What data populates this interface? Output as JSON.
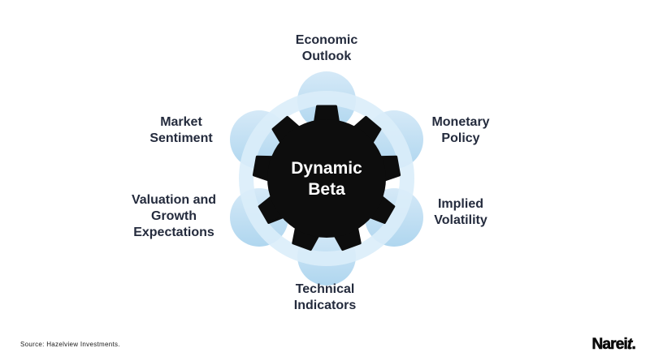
{
  "diagram": {
    "title_concept": "Dynamic Beta drivers cycle",
    "center": {
      "lines": [
        "Dynamic",
        "Beta"
      ]
    },
    "nodes": [
      {
        "id": "economic-outlook",
        "label": "Economic\nOutlook",
        "position": "top"
      },
      {
        "id": "monetary-policy",
        "label": "Monetary\nPolicy",
        "position": "upper-right"
      },
      {
        "id": "implied-volatility",
        "label": "Implied\nVolatility",
        "position": "lower-right"
      },
      {
        "id": "technical-indicators",
        "label": "Technical\nIndicators",
        "position": "bottom"
      },
      {
        "id": "valuation-growth",
        "label": "Valuation and\nGrowth\nExpectations",
        "position": "lower-left"
      },
      {
        "id": "market-sentiment",
        "label": "Market\nSentiment",
        "position": "upper-left"
      }
    ],
    "colors": {
      "gear_fill": "#0d0d0d",
      "center_text": "#ffffff",
      "label_text": "#242b3d",
      "circle_top": "#d3e8f7",
      "circle_bottom": "#abd4ee",
      "ring": "#daedf9"
    }
  },
  "footer": {
    "source": "Source: Hazelview Investments.",
    "brand_main": "Narei",
    "brand_t": "t",
    "brand_dot": "."
  }
}
